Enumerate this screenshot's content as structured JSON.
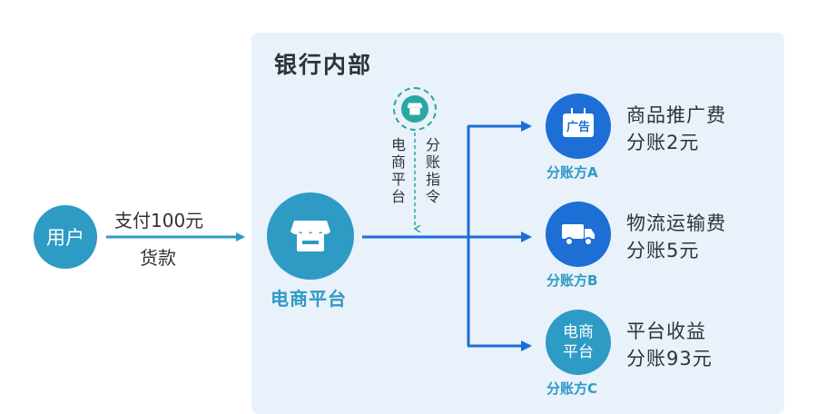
{
  "bank": {
    "title": "银行内部"
  },
  "user": {
    "label": "用户"
  },
  "payment": {
    "amount_label": "支付100元",
    "goods_label": "货款"
  },
  "platform": {
    "label": "电商平台"
  },
  "instruction": {
    "left_text": "电商平台",
    "right_text": "分账指令"
  },
  "parties": [
    {
      "name": "分账方A",
      "icon": "ad-sign-icon",
      "icon_text": "广告",
      "desc_line1": "商品推广费",
      "desc_line2": "分账2元"
    },
    {
      "name": "分账方B",
      "icon": "truck-icon",
      "desc_line1": "物流运输费",
      "desc_line2": "分账5元"
    },
    {
      "name": "分账方C",
      "icon_line1": "电商",
      "icon_line2": "平台",
      "desc_line1": "平台收益",
      "desc_line2": "分账93元"
    }
  ],
  "colors": {
    "teal": "#2e9bc4",
    "blue": "#1d6fd6",
    "panel": "#e9f1fb",
    "dashed": "#2aa7a0"
  }
}
